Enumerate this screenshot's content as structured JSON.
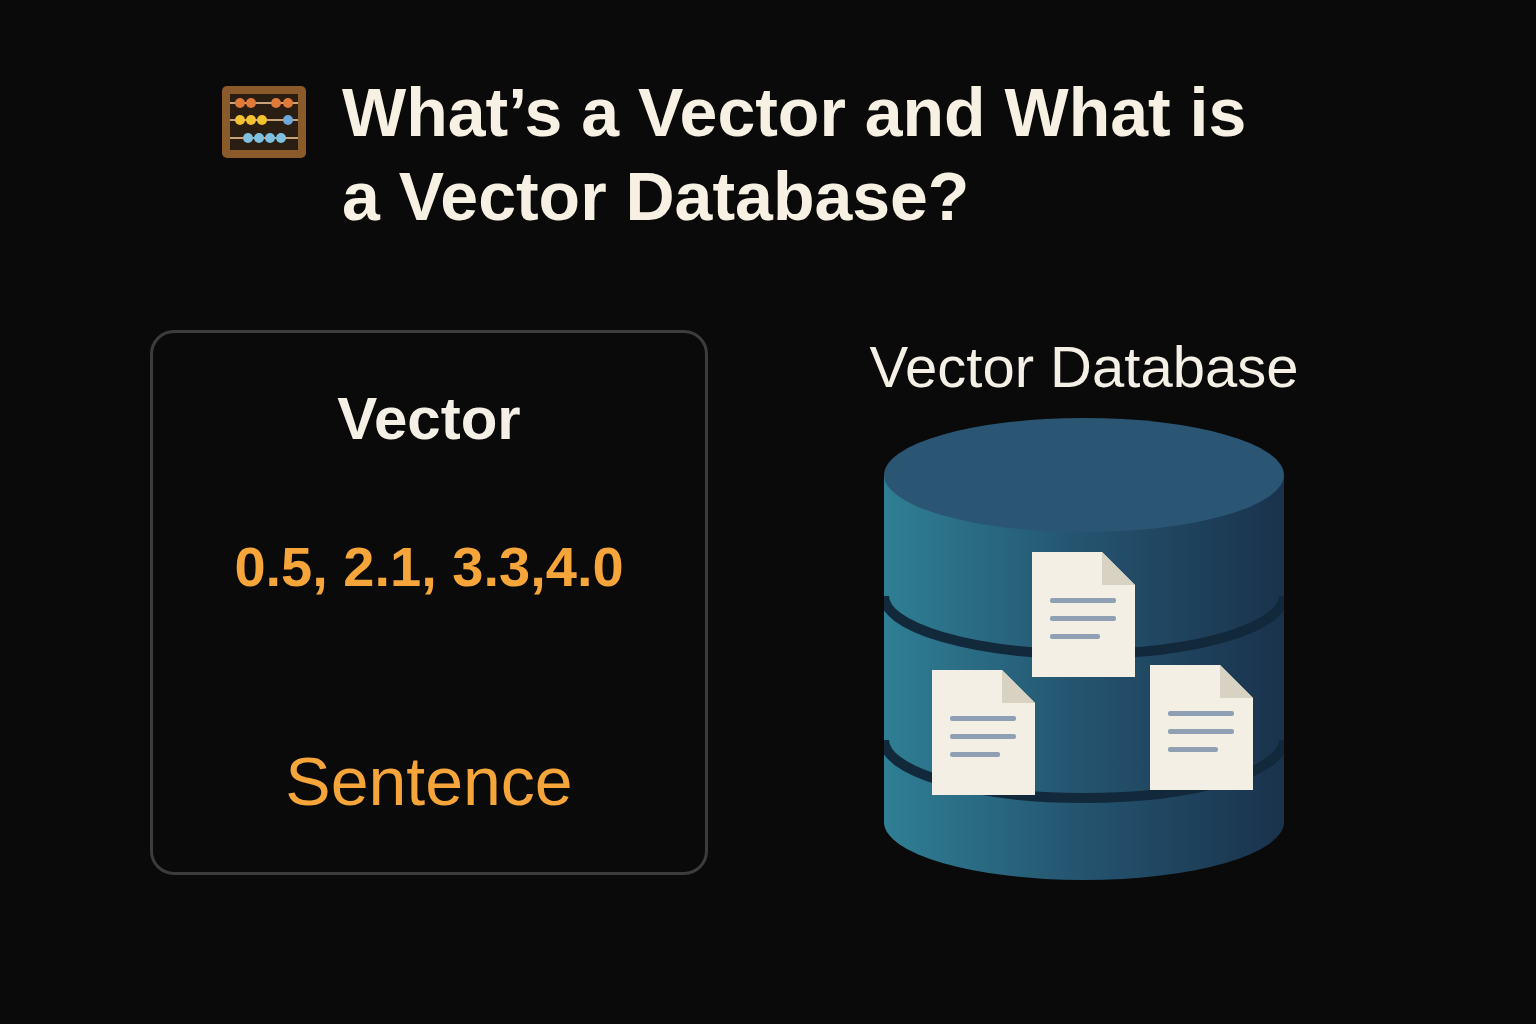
{
  "diagram": {
    "title": "What’s a Vector and What is a Vector Database?",
    "nodes": [
      {
        "text": [
          "Vector",
          "0.5, 2.1, 3.3,4.0",
          "Sentence"
        ]
      },
      {
        "text": [
          "Vector Database"
        ]
      }
    ]
  }
}
